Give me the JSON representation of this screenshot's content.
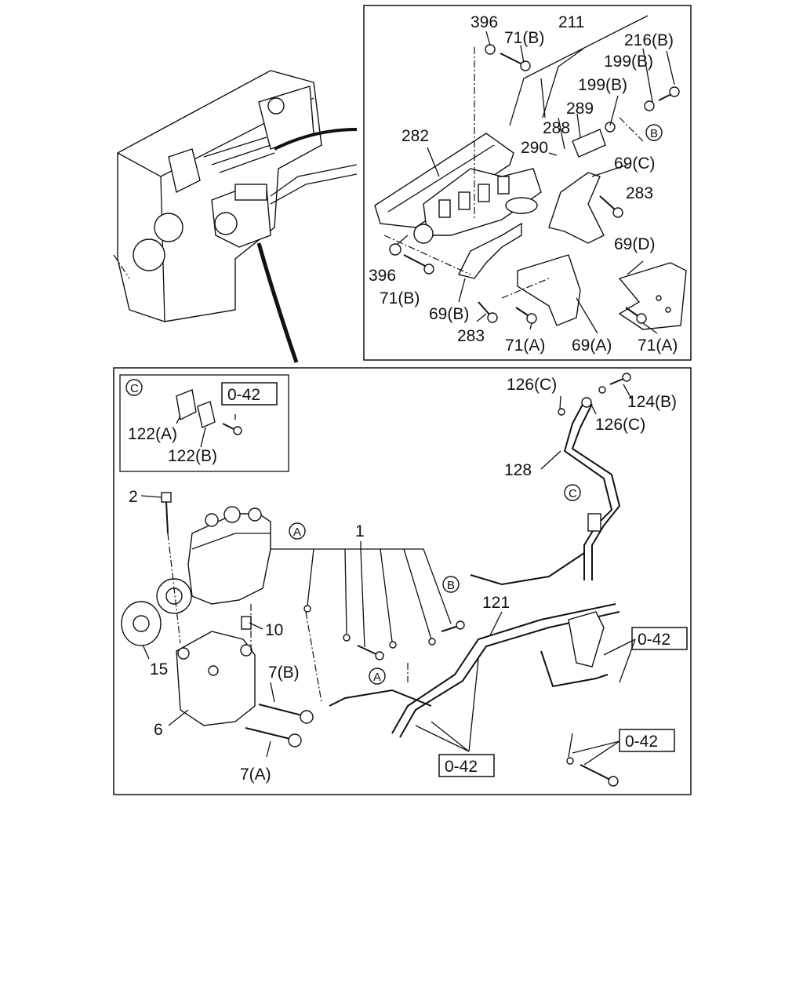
{
  "top_panel_labels": [
    {
      "id": "396-top",
      "text": "396"
    },
    {
      "id": "71b-top",
      "text": "71(B)"
    },
    {
      "id": "211",
      "text": "211"
    },
    {
      "id": "216b",
      "text": "216(B)"
    },
    {
      "id": "199b-1",
      "text": "199(B)"
    },
    {
      "id": "199b-2",
      "text": "199(B)"
    },
    {
      "id": "289",
      "text": "289"
    },
    {
      "id": "288",
      "text": "288"
    },
    {
      "id": "290",
      "text": "290"
    },
    {
      "id": "282",
      "text": "282"
    },
    {
      "id": "69c",
      "text": "69(C)"
    },
    {
      "id": "283-right",
      "text": "283"
    },
    {
      "id": "69d",
      "text": "69(D)"
    },
    {
      "id": "396-bottom",
      "text": "396"
    },
    {
      "id": "71b-bottom",
      "text": "71(B)"
    },
    {
      "id": "69b",
      "text": "69(B)"
    },
    {
      "id": "283-bottom",
      "text": "283"
    },
    {
      "id": "71a-1",
      "text": "71(A)"
    },
    {
      "id": "69a",
      "text": "69(A)"
    },
    {
      "id": "71a-2",
      "text": "71(A)"
    }
  ],
  "main_panel_labels": [
    {
      "id": "126c-1",
      "text": "126(C)"
    },
    {
      "id": "124b",
      "text": "124(B)"
    },
    {
      "id": "126c-2",
      "text": "126(C)"
    },
    {
      "id": "128",
      "text": "128"
    },
    {
      "id": "122a",
      "text": "122(A)"
    },
    {
      "id": "122b",
      "text": "122(B)"
    },
    {
      "id": "2",
      "text": "2"
    },
    {
      "id": "1",
      "text": "1"
    },
    {
      "id": "121",
      "text": "121"
    },
    {
      "id": "10",
      "text": "10"
    },
    {
      "id": "15",
      "text": "15"
    },
    {
      "id": "7b",
      "text": "7(B)"
    },
    {
      "id": "6",
      "text": "6"
    },
    {
      "id": "7a",
      "text": "7(A)"
    }
  ],
  "ref_boxes": [
    "0-42",
    "0-42",
    "0-42",
    "0-42"
  ],
  "callouts": {
    "a": "A",
    "b": "B",
    "c": "C"
  }
}
